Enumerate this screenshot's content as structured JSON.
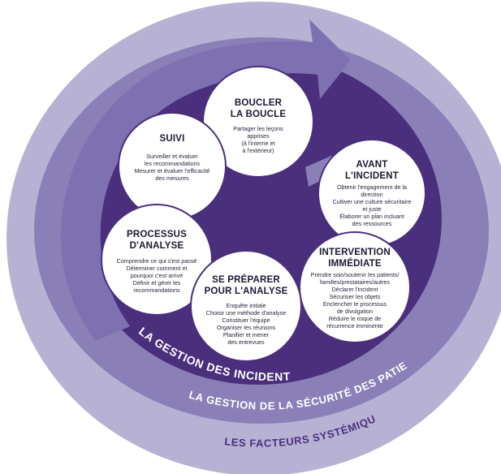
{
  "colors": {
    "outer_ring": "#b7b2d4",
    "middle_ring": "#8b7fb8",
    "inner_field": "#4a2f7c",
    "arrow": "#7e71b2",
    "circle_fill": "#ffffff",
    "label_white": "#ffffff",
    "label_dark": "#4a2f7c"
  },
  "rings": {
    "incidents": "LA GESTION DES INCIDENTS",
    "patient_safety": "LA GESTION DE LA SÉCURITÉ DES PATIENTS",
    "systemic": "LES FACTEURS SYSTÉMIQUES"
  },
  "circles": [
    {
      "id": "boucler",
      "title": [
        "BOUCLER",
        "LA BOUCLE"
      ],
      "body": [
        "Partager les leçons",
        "apprises",
        "(à l'interne et",
        "à l'extérieur)"
      ]
    },
    {
      "id": "suivi",
      "title": [
        "SUIVI"
      ],
      "body": [
        "Surveiller et évaluer",
        "les recommandations",
        "Mesurer et évaluer l'efficacité",
        "des mesures"
      ]
    },
    {
      "id": "avant",
      "title": [
        "AVANT",
        "L'INCIDENT"
      ],
      "body": [
        "Obtenir l'engagement de la",
        "direction",
        "Cultiver une culture sécuritaire",
        "et juste",
        "Élaborer un plan incluant",
        "des ressources"
      ]
    },
    {
      "id": "processus",
      "title": [
        "PROCESSUS",
        "D'ANALYSE"
      ],
      "body": [
        "Comprendre ce qui s'est passé",
        "Déterminer comment et",
        "pourquoi c'est arrivé",
        "Définir et gérer les",
        "recommandations"
      ]
    },
    {
      "id": "intervention",
      "title": [
        "INTERVENTION",
        "IMMÉDIATE"
      ],
      "body": [
        "Prendre soin/soutenir les patients/",
        "familles/prestataires/autres",
        "Déclarer l'incident",
        "Sécuriser les objets",
        "Enclencher le processus",
        "de divulgation",
        "Réduire le risque de",
        "récurrence imminente"
      ]
    },
    {
      "id": "preparer",
      "title": [
        "SE PRÉPARER",
        "POUR L'ANALYSE"
      ],
      "body": [
        "Enquête initiale",
        "Choisir une méthode d'analyse",
        "Constituer l'équipe",
        "Organiser les réunions",
        "Planifier et mener",
        "des entrevues"
      ]
    }
  ]
}
